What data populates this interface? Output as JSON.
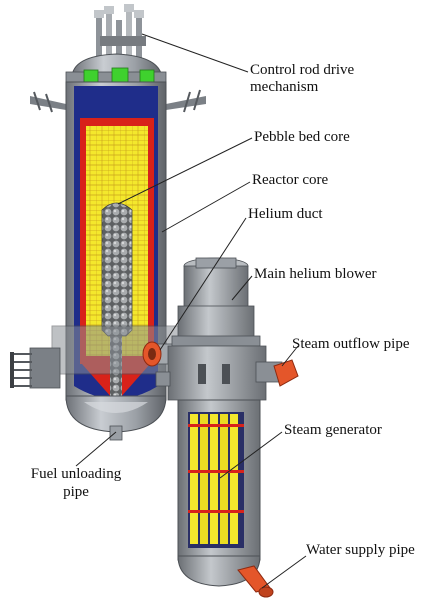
{
  "labels": {
    "crdm_line1": "Control rod drive",
    "crdm_line2": "mechanism",
    "pebble_bed_core": "Pebble bed core",
    "reactor_core": "Reactor core",
    "helium_duct": "Helium duct",
    "main_helium_blower": "Main helium blower",
    "steam_outflow_pipe": "Steam outflow pipe",
    "steam_generator": "Steam generator",
    "fuel_unloading_line1": "Fuel unloading",
    "fuel_unloading_line2": "pipe",
    "water_supply_pipe": "Water supply pipe"
  },
  "colors": {
    "vessel_steel": "#9a9fa5",
    "vessel_dark": "#5e6368",
    "reflector_blue": "#1f2d8a",
    "core_yellow": "#f4e82c",
    "core_red": "#d8221a",
    "pebble_gray": "#7c7f80",
    "drive_green": "#3fd12e",
    "pipe_orange": "#e4562a"
  }
}
